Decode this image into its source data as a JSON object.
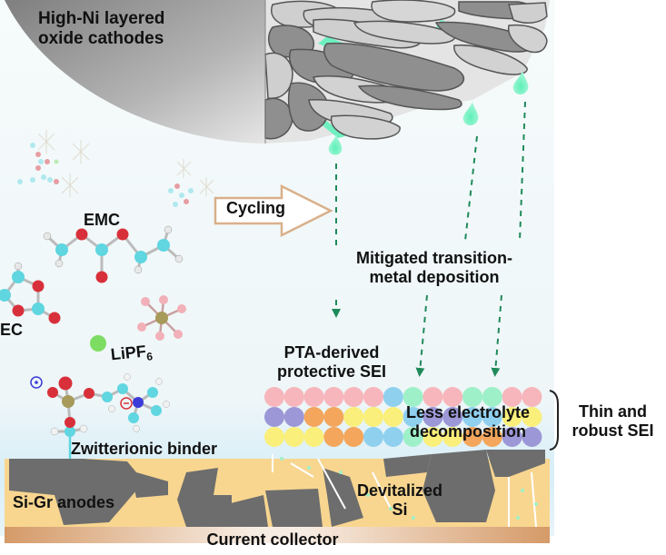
{
  "labels": {
    "cathode": [
      "High-Ni layered",
      "oxide cathodes"
    ],
    "cycling": "Cycling",
    "emc": "EMC",
    "ec": "EC",
    "lipf6": "LiPF",
    "lipf6_sub": "6",
    "tm_deposition": [
      "Mitigated transition-",
      "metal deposition"
    ],
    "pta_sei": [
      "PTA-derived",
      "protective SEI"
    ],
    "less_decomp": [
      "Less electrolyte",
      "decomposition"
    ],
    "thin_sei": [
      "Thin and",
      "robust SEI"
    ],
    "binder": "Zwitterionic binder",
    "anode": "Si-Gr anodes",
    "devitalized": [
      "Devitalized",
      "Si"
    ],
    "collector": "Current collector"
  },
  "charges": {
    "anion": "⊙",
    "cation": "⊖"
  },
  "colors": {
    "cathode_gray": "#9a9a9a",
    "particle_light": "#cfcfcf",
    "particle_dark": "#8a8a8a",
    "electrolyte_green": "#6ef0c0",
    "arrow_green": "#1f8a5a",
    "sei_pink": "#f7b6bb",
    "sei_purple": "#9c97d6",
    "sei_orange": "#f3a65c",
    "sei_yellow": "#f9ef7a",
    "sei_blue": "#8fd0ef",
    "sei_mint": "#9ef0c8",
    "anode_tan": "#f8d690",
    "si_gray": "#6d6d6d",
    "collector_copper": "#d9a36e",
    "carbon_cyan": "#5fd6e0",
    "oxygen_red": "#d8303a",
    "hydrogen_white": "#f2f2f2",
    "phosphorus_olive": "#a79a5a",
    "fluorine_pink": "#f2b0b8",
    "lithium_green": "#7ddc62",
    "nitrogen_blue": "#3b3bd8"
  }
}
